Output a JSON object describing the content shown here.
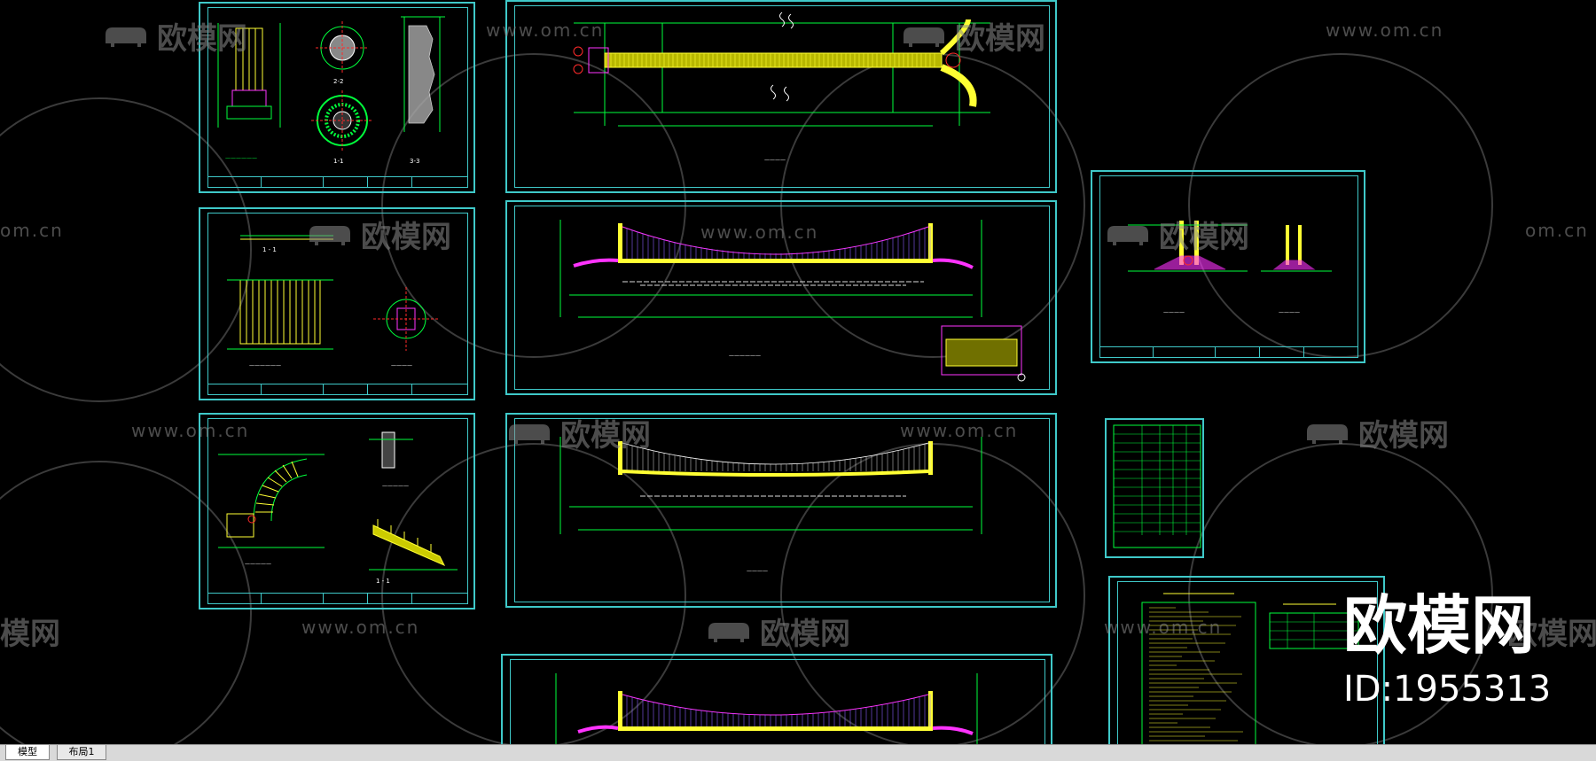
{
  "watermark": {
    "url_text": "www.om.cn",
    "url_partial": "om.cn",
    "logo_text": "欧模网",
    "logo_partial_1": "模网",
    "logo_partial_2": "欧模网"
  },
  "brand": {
    "logo": "欧模网",
    "id_text": "ID:1955313"
  },
  "tabs": [
    {
      "label": "模型",
      "active": true
    },
    {
      "label": "布局1",
      "active": false
    }
  ],
  "colors": {
    "background": "#000000",
    "frame": "#3fc9c9",
    "green": "#00ff3c",
    "yellow": "#ffff33",
    "magenta": "#ff33ff",
    "red": "#ff2a2a",
    "white": "#ffffff",
    "tabbar": "#d9d9d9"
  },
  "icons": {
    "watermark_logo": "sofa-icon"
  }
}
